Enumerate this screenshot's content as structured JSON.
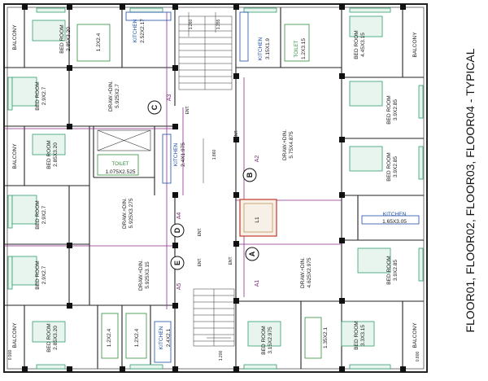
{
  "title": "FLOOR01, FLOOR02, FLOOR03, FLOOR04 - TYPICAL",
  "colors": {
    "wall": "#222222",
    "window": "#2f9e6e",
    "grid": "#8e2a8e",
    "kitchen": "#1f4fa8",
    "toilet": "#2f8f3a",
    "accent": "#c0392b"
  },
  "rooms": {
    "balcony_tl": "BALCONY",
    "bed_t1": "BED ROOM",
    "bed_t1_d": "2.85X3.20",
    "tl_small_d": "1.2X2.4",
    "kitchen_t": "KITCHEN",
    "kitchen_t_d": "2.52X2.17",
    "bed_l1": "BED ROOM",
    "bed_l1_d": "2.9X2.7",
    "draw_c": "DRAW.+DIN.",
    "draw_c_d": "5.925X2.7",
    "balcony_ml": "BALCONY",
    "bed_l2": "BED ROOM",
    "bed_l2_d": "2.85X3.20",
    "toilet_m": "TOILET",
    "toilet_m_d": "1.075X2.525",
    "kitchen_m": "KITCHEN",
    "kitchen_m_d": "2.4X1.975",
    "bed_l3": "BED ROOM",
    "bed_l3_d": "2.9X2.7",
    "draw_d": "DRAW.+DIN.",
    "draw_d_d": "5.925X3.275",
    "bed_l4": "BED ROOM",
    "bed_l4_d": "2.9X2.7",
    "draw_e": "DRAW.+DIN.",
    "draw_e_d": "5.925X3.15",
    "balcony_bl": "BALCONY",
    "bed_b1": "BED ROOM",
    "bed_b1_d": "2.85X3.20",
    "bl_s1_d": "1.2X2.4",
    "bl_s2_d": "1.2X2.4",
    "kitchen_b": "KITCHEN",
    "kitchen_b_d": "2.4X2.1",
    "kitchen_tr": "KITCHEN",
    "kitchen_tr_d": "3.15X1.9",
    "toilet_tr": "TOILET",
    "toilet_tr_d": "1.2X3.15",
    "bed_tr": "BED ROOM",
    "bed_tr_d": "4.45X3.15",
    "balcony_tr": "BALCONY",
    "draw_b": "DRAW.+DIN.",
    "draw_b_d": "5.75X4.875",
    "bed_r1": "BED ROOM",
    "bed_r1_d": "3.9X2.85",
    "bed_r2": "BED ROOM",
    "bed_r2_d": "3.9X2.85",
    "kitchen_r": "KITCHEN",
    "kitchen_r_d": "1.65X3.05",
    "lift": "L1",
    "draw_a": "DRAW.+DIN.",
    "draw_a_d": "4.625X2.975",
    "bed_r3": "BED ROOM",
    "bed_r3_d": "3.9X2.85",
    "bed_b2": "BED ROOM",
    "bed_b2_d": "3.15X2.975",
    "br_s_d": "1.35X2.1",
    "bed_br": "BED ROOM",
    "bed_br_d": "3.3X3.15",
    "balcony_br": "BALCONY"
  },
  "ent": "ENT.",
  "circles": {
    "a": "A",
    "b": "B",
    "c": "C",
    "d": "D",
    "e": "E"
  },
  "blocks": {
    "a1": "A1",
    "a2": "A2",
    "a3": "A3",
    "a4": "A4",
    "a5": "A5"
  },
  "dims": {
    "d1": "1.260",
    "d2": "1.355",
    "d3": "1.860",
    "d4": "1.200",
    "d5": "0.900",
    "d6": "0.800"
  }
}
